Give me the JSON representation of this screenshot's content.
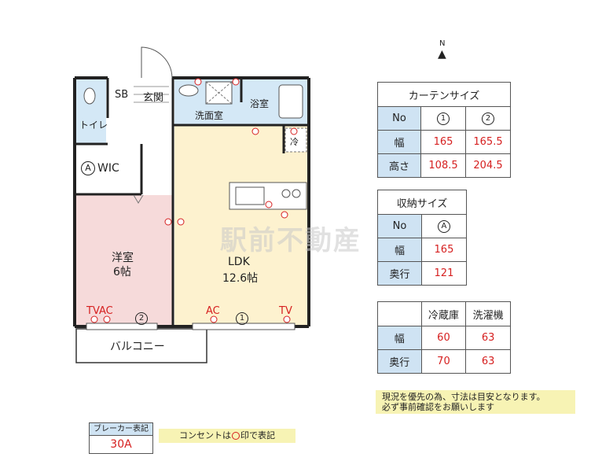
{
  "compass": {
    "label": "N"
  },
  "rooms": {
    "sb": "SB",
    "entrance": "玄関",
    "washroom": "洗面室",
    "bath": "浴室",
    "toilet": "トイレ",
    "wic_marker": "A",
    "wic": "WIC",
    "western_name": "洋室",
    "western_size": "6帖",
    "ldk_name": "LDK",
    "ldk_size": "12.6帖",
    "balcony": "バルコニー",
    "fridge": "冷"
  },
  "plan_labels": {
    "tvac_west": "TVAC",
    "window_2": "2",
    "ac_ldk": "AC",
    "window_1": "1",
    "tv_ldk": "TV"
  },
  "curtain_table": {
    "title": "カーテンサイズ",
    "header": [
      "No",
      "1",
      "2"
    ],
    "rows": [
      {
        "label": "幅",
        "values": [
          "165",
          "165.5"
        ]
      },
      {
        "label": "高さ",
        "values": [
          "108.5",
          "204.5"
        ]
      }
    ]
  },
  "storage_table": {
    "title": "収納サイズ",
    "header": [
      "No",
      "A"
    ],
    "rows": [
      {
        "label": "幅",
        "values": [
          "165"
        ]
      },
      {
        "label": "奥行",
        "values": [
          "121"
        ]
      }
    ]
  },
  "appliance_table": {
    "header": [
      "",
      "冷蔵庫",
      "洗濯機"
    ],
    "rows": [
      {
        "label": "幅",
        "values": [
          "60",
          "63"
        ]
      },
      {
        "label": "奥行",
        "values": [
          "70",
          "63"
        ]
      }
    ]
  },
  "notes": {
    "dimension_note_line1": "現況を優先の為、寸法は目安となります。",
    "dimension_note_line2": "必ず事前確認をお願いします",
    "outlet_note_prefix": "コンセントは",
    "outlet_note_suffix": "印で表記"
  },
  "breaker": {
    "label": "ブレーカー表記",
    "value": "30A"
  },
  "watermark": "駅前不動産",
  "colors": {
    "room_blue": "#d4e8f6",
    "room_pink": "#f6dada",
    "room_yellow": "#fdf2cf",
    "wall": "#222222",
    "outlet_red": "#d62020",
    "table_header": "#cfe3f3",
    "note_bg": "#f7f3b4"
  }
}
